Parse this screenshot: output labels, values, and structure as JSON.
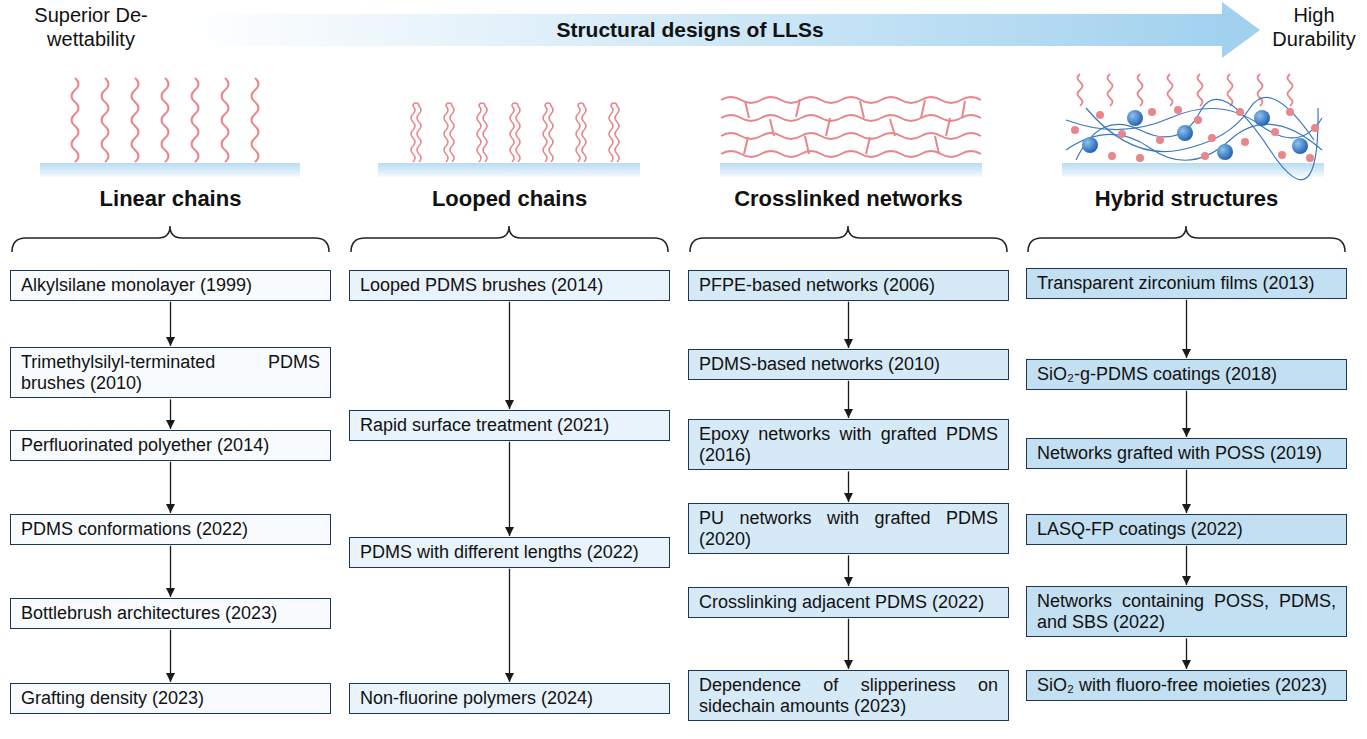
{
  "diagram": {
    "title": "Structural designs of LLSs",
    "nodes": [
      {
        "text": [
          "Alkylsilane monolayer (1999)"
        ]
      },
      {
        "text": [
          "Trimethylsilyl-terminated PDMS brushes (2010)"
        ]
      },
      {
        "text": [
          "Perfluorinated polyether (2014)"
        ]
      },
      {
        "text": [
          "PDMS conformations (2022)"
        ]
      },
      {
        "text": [
          "Bottlebrush architectures (2023)"
        ]
      },
      {
        "text": [
          "Grafting density (2023)"
        ]
      },
      {
        "text": [
          "Looped PDMS brushes (2014)"
        ]
      },
      {
        "text": [
          "Rapid surface treatment (2021)"
        ]
      },
      {
        "text": [
          "PDMS with different lengths (2022)"
        ]
      },
      {
        "text": [
          "Non-fluorine polymers (2024)"
        ]
      },
      {
        "text": [
          "PFPE-based networks (2006)"
        ]
      },
      {
        "text": [
          "PDMS-based networks (2010)"
        ]
      },
      {
        "text": [
          "Epoxy networks with grafted PDMS (2016)"
        ]
      },
      {
        "text": [
          "PU networks with grafted PDMS (2020)"
        ]
      },
      {
        "text": [
          "Crosslinking adjacent PDMS (2022)"
        ]
      },
      {
        "text": [
          "Dependence of slipperiness on sidechain amounts (2023)"
        ]
      },
      {
        "text": [
          "Transparent zirconium films (2013)"
        ]
      },
      {
        "text": [
          "SiO₂-g-PDMS coatings (2018)"
        ]
      },
      {
        "text": [
          "Networks grafted with POSS (2019)"
        ]
      },
      {
        "text": [
          "LASQ-FP coatings (2022)"
        ]
      },
      {
        "text": [
          "Networks containing POSS, PDMS, and SBS (2022)"
        ]
      },
      {
        "text": [
          "SiO₂ with fluoro-free moieties (2023)"
        ]
      }
    ],
    "edges": [
      {
        "from": 0,
        "to": 1,
        "arrow": "to"
      },
      {
        "from": 1,
        "to": 2,
        "arrow": "to"
      },
      {
        "from": 2,
        "to": 3,
        "arrow": "to"
      },
      {
        "from": 3,
        "to": 4,
        "arrow": "to"
      },
      {
        "from": 4,
        "to": 5,
        "arrow": "to"
      },
      {
        "from": 6,
        "to": 7,
        "arrow": "to"
      },
      {
        "from": 7,
        "to": 8,
        "arrow": "to"
      },
      {
        "from": 8,
        "to": 9,
        "arrow": "to"
      },
      {
        "from": 10,
        "to": 11,
        "arrow": "to"
      },
      {
        "from": 11,
        "to": 12,
        "arrow": "to"
      },
      {
        "from": 12,
        "to": 13,
        "arrow": "to"
      },
      {
        "from": 13,
        "to": 14,
        "arrow": "to"
      },
      {
        "from": 14,
        "to": 15,
        "arrow": "to"
      },
      {
        "from": 16,
        "to": 17,
        "arrow": "to"
      },
      {
        "from": 17,
        "to": 18,
        "arrow": "to"
      },
      {
        "from": 18,
        "to": 19,
        "arrow": "to"
      },
      {
        "from": 19,
        "to": 20,
        "arrow": "to"
      },
      {
        "from": 20,
        "to": 21,
        "arrow": "to"
      }
    ],
    "labels": [
      "Superior De-wettability",
      "High Durability",
      "Linear chains",
      "Looped chains",
      "Crosslinked networks",
      "Hybrid structures"
    ]
  }
}
